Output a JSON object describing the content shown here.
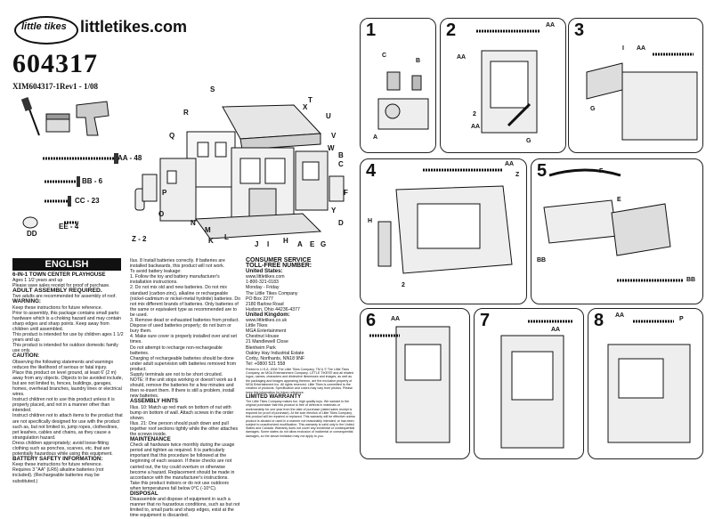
{
  "brand": {
    "logo": "little tikes",
    "site": "littletikes.com"
  },
  "model": {
    "number": "604317",
    "sub": "XIM604317-1Rev1 - 1/08"
  },
  "parts": {
    "screws": [
      {
        "label": "AA - 48"
      },
      {
        "label": "BB - 6"
      },
      {
        "label": "CC - 23"
      },
      {
        "label": "DD"
      },
      {
        "label": "EE - 4"
      }
    ],
    "zlabel": "Z - 2",
    "house_labels": [
      "S",
      "R",
      "T",
      "X",
      "U",
      "Q",
      "V",
      "W",
      "B",
      "C",
      "F",
      "P",
      "O",
      "N",
      "M",
      "L",
      "K",
      "J",
      "I",
      "H",
      "D",
      "E",
      "A",
      "G",
      "Y"
    ]
  },
  "english": {
    "bar": "ENGLISH",
    "title": "6-IN-1 TOWN CENTER PLAYHOUSE",
    "age": "Ages 1 1/2 years and up",
    "receipt": "Please save sales receipt for proof of purchase.",
    "adult_head": "ADULT ASSEMBLY REQUIRED.",
    "adult_sub": "Two adults are recommended for assembly of roof.",
    "warning_head": "WARNING:",
    "warning_items": [
      "Keep these instructions for future reference.",
      "Prior to assembly, this package contains small parts: hardware which is a choking hazard and may contain sharp edges and sharp points. Keep away from children until assembled.",
      "This product is intended for use by children ages 1 1/2 years and up.",
      "This product is intended for outdoor domestic family use only."
    ],
    "caution_head": "CAUTION:",
    "caution_items": [
      "Observing the following statements and warnings reduces the likelihood of serious or fatal injury.",
      "Place this product on level ground, at least 6' (2 m) away from any objects. Objects to be avoided include, but are not limited to, fences, buildings, garages, homes, overhead branches, laundry lines or electrical wires.",
      "Instruct children not to use this product unless it is properly placed, and not in a manner other than intended.",
      "Instruct children not to attach items to the product that are not specifically designed for use with the product such as, but not limited to, jump ropes, clotheslines, pet leashes, cables and chains, as they cause a strangulation hazard.",
      "Dress children appropriately; avoid loose-fitting clothing such as ponchos, scarves, etc. that are potentially hazardous while using this equipment."
    ],
    "battery_head": "BATTERY SAFETY INFORMATION:",
    "battery_items": [
      "Keep these instructions for future reference.",
      "Requires 3 \"AA\" (LR6) alkaline batteries (not included). (Rechargeable batteries may be substituted.)"
    ]
  },
  "col2": {
    "items": [
      "Ilus. 8 Install batteries correctly. If batteries are installed backwards, this product will not work.",
      "To avoid battery leakage:",
      "1. Follow the toy and battery manufacturer's installation instructions.",
      "2. Do not mix old and new batteries. Do not mix standard (carbon-zinc), alkaline or rechargeable (nickel-cadmium or nickel-metal hydride) batteries. Do not mix different brands of batteries. Only batteries of the same or equivalent type as recommended are to be used.",
      "3. Remove dead or exhausted batteries from product. Dispose of used batteries properly; do not burn or bury them.",
      "4. Make sure cover is properly installed over and set times.",
      "Do not attempt to recharge non-rechargeable batteries.",
      "Charging of rechargeable batteries should be done under adult supervision with batteries removed from product.",
      "Supply terminals are not to be short circuited.",
      "NOTE: If the unit stops working or doesn't work as it should, remove the batteries for a few minutes and then re-insert them. If there is still a problem, install new batteries."
    ],
    "assembly_head": "ASSEMBLY HINTS",
    "assembly_items": [
      "Illus. 10: Match up red mark on bottom of nut with bump on bottom of wall. Attach screws in the order shown.",
      "Illus. 21: One person should push down and pull together roof sections tightly while the other attaches the screws inside."
    ],
    "maint_head": "MAINTENANCE",
    "maint_items": [
      "Check all hardware twice monthly during the usage period and tighten as required. It is particularly important that this procedure be followed at the beginning of each season. If these checks are not carried out, the toy could overturn or otherwise become a hazard. Replacement should be made in accordance with the manufacturer's instructions.",
      "Take this product indoors or do not use outdoors when temperatures fall below 0°C (-10°C)."
    ],
    "disposal_head": "DISPOSAL",
    "disposal_items": [
      "Disassemble and dispose of equipment in such a manner that no hazardous conditions, such as but not limited to, small parts and sharp edges, exist at the time equipment is discarded."
    ]
  },
  "col3": {
    "cs_head": "CONSUMER SERVICE",
    "toll_head": "TOLL-FREE NUMBER:",
    "us_head": "United States:",
    "us_lines": [
      "www.littletikes.com",
      "1-800-321-0183",
      "Monday - Friday",
      "The Little Tikes Company",
      "PO Box 2277",
      "2180 Barlow Road",
      "Hudson, Ohio 44236-4377"
    ],
    "uk_head": "United Kingdom:",
    "uk_lines": [
      "www.littletikes.co.uk",
      "Little Tikes",
      "MGA Entertainment",
      "Chestnut House",
      "21 Mandlewell Close",
      "Blenheim Park",
      "Oakley Hay Industrial Estate",
      "Corby, Northants, NN18 9NF",
      "Tel: +0800 521 558"
    ],
    "fine": "Printed in U.S.A. 2008 The Little Tikes Company. TM & © The Little Tikes Company, an MGA Entertainment Company. LITTLE TIKES® and all related logos, names, characters and distinctive likenesses and images, as well as the packaging and images appearing thereon, are the exclusive property of MGA Entertainment Inc. All rights reserved. Little Tikes is committed to the creation of products. Specification and colors may vary from photos. Please keep this information for future reference.",
    "warranty_head": "LIMITED WARRANTY",
    "warranty": "The Little Tikes Company makes fun, high quality toys. We warrant to the original purchaser that this product is free of defects in materials or workmanship for one year from the date of purchase (dated sales receipt is required for proof of purchase). At the sole election of Little Tikes Company, this product will be repaired or replaced. This warranty will be effective unless product is abused or used in a manner not reasonably intended, or has been subject to unauthorized modification. This warranty is valid only in the United States and Canada. Warranty does not cover any incidental or consequential damages. Some states do not allow exclusion of incidental or consequential damages, so the above limitation may not apply to you."
  },
  "steps": [
    {
      "num": "1",
      "labels": [
        "C",
        "B",
        "A"
      ]
    },
    {
      "num": "2",
      "labels": [
        "AA",
        "AA",
        "2",
        "AA",
        "G"
      ]
    },
    {
      "num": "3",
      "labels": [
        "I",
        "AA",
        "G"
      ]
    },
    {
      "num": "4",
      "labels": [
        "AA",
        "Z",
        "H",
        "2"
      ]
    },
    {
      "num": "5",
      "labels": [
        "F",
        "E",
        "BB",
        "BB"
      ]
    },
    {
      "num": "6",
      "labels": [
        "AA"
      ]
    },
    {
      "num": "7",
      "labels": [
        "AA"
      ]
    },
    {
      "num": "8",
      "labels": [
        "AA",
        "P"
      ]
    }
  ]
}
